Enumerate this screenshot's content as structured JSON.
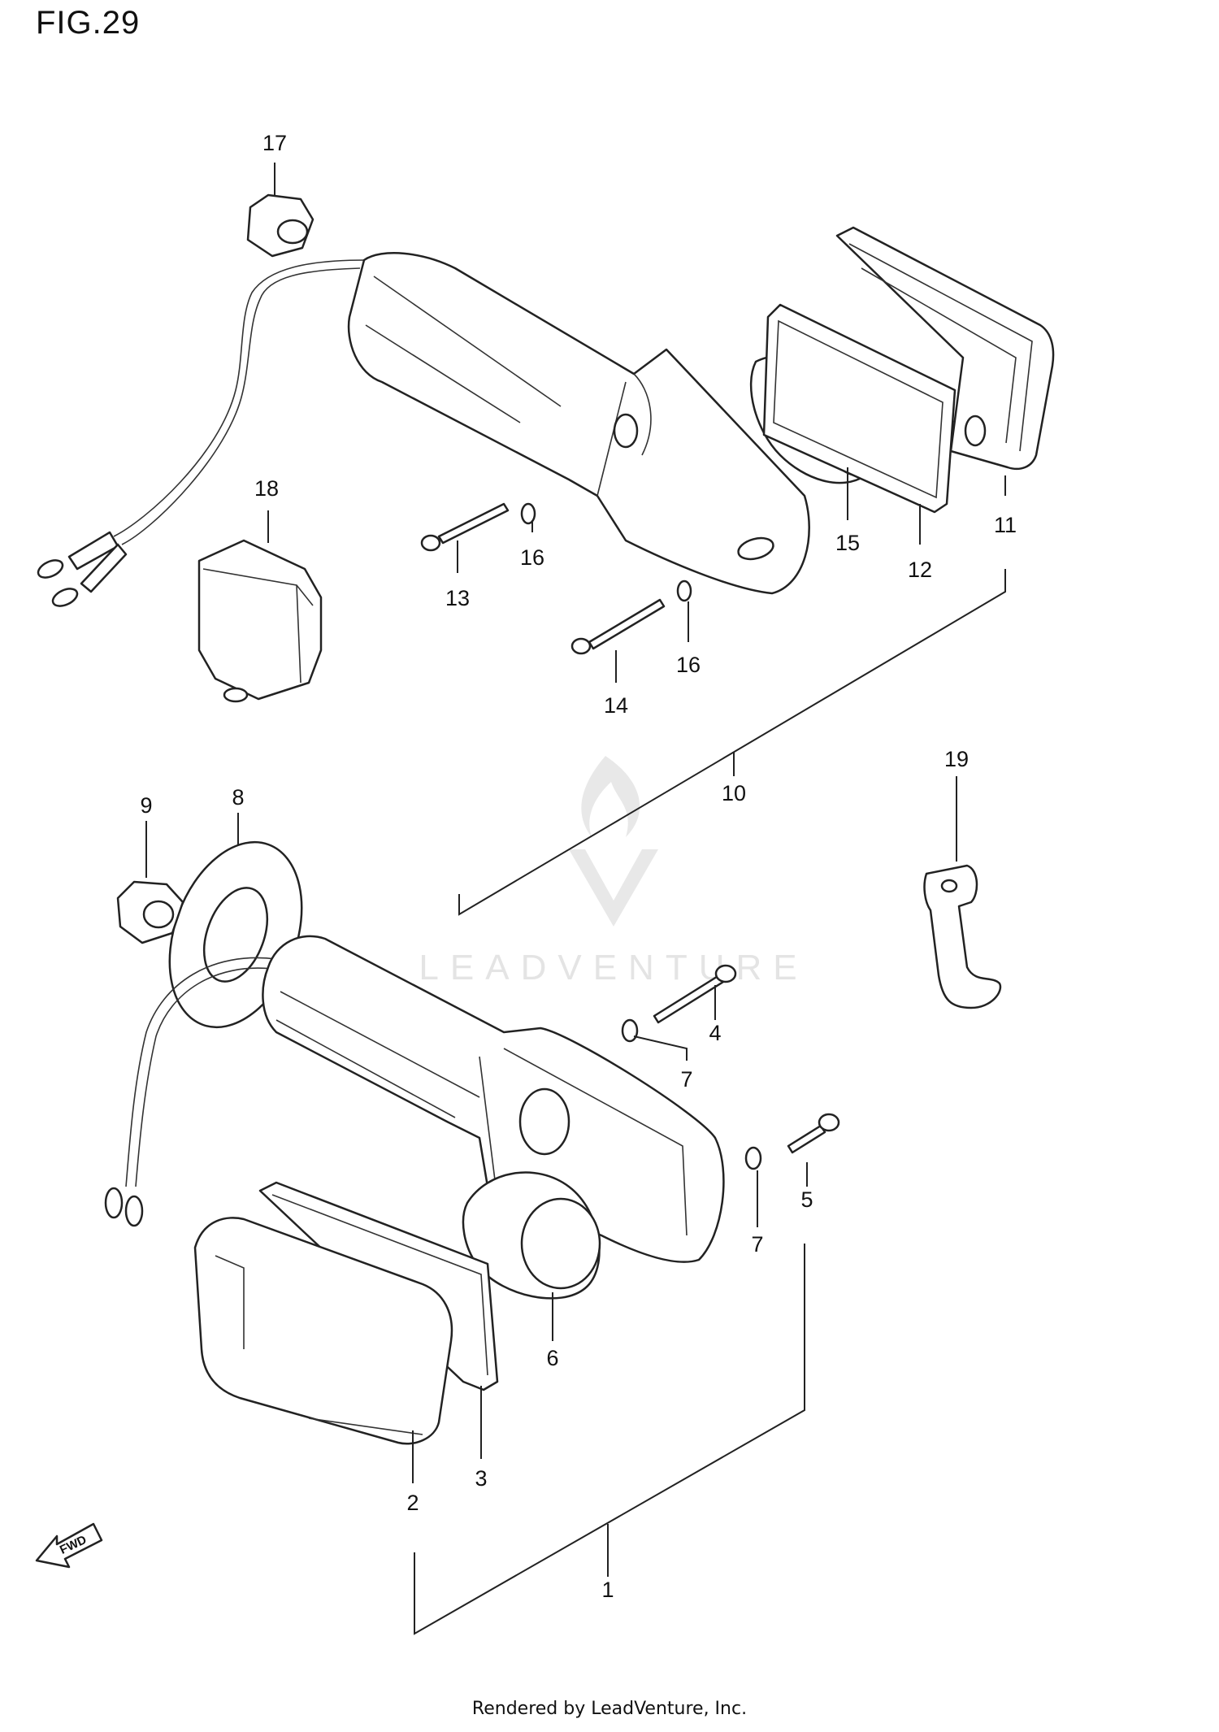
{
  "figure_title": "FIG.29",
  "footer": "Rendered by LeadVenture, Inc.",
  "watermark": "LEADVENTURE",
  "fwd_label": "FWD",
  "callouts": {
    "c1": "1",
    "c2": "2",
    "c3": "3",
    "c4": "4",
    "c5": "5",
    "c6": "6",
    "c7a": "7",
    "c7b": "7",
    "c8": "8",
    "c9": "9",
    "c10": "10",
    "c11": "11",
    "c12": "12",
    "c13": "13",
    "c14": "14",
    "c15": "15",
    "c16a": "16",
    "c16b": "16",
    "c17": "17",
    "c18": "18",
    "c19": "19"
  }
}
